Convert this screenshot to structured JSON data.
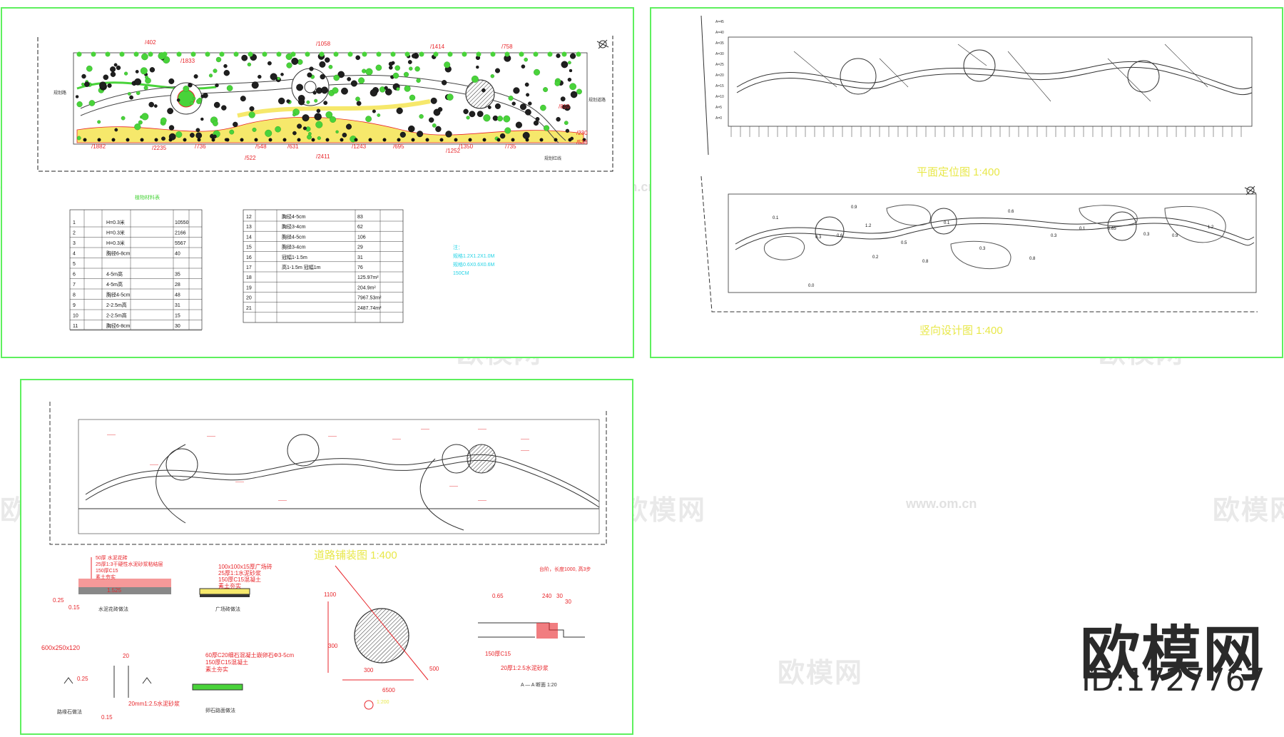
{
  "watermarks": {
    "brand_cn": "欧模网",
    "url": "www.om.cn",
    "url_cut": "om.cn"
  },
  "brand": {
    "name": "欧模网",
    "id": "ID:1727767"
  },
  "sheets": {
    "planting": {
      "title": "",
      "table_title": "植物材料表",
      "labels": [
        "402",
        "1833",
        "1058",
        "1414",
        "758",
        "810",
        "230",
        "538",
        "1882",
        "2235",
        "736",
        "548",
        "631",
        "522",
        "2411",
        "1243",
        "695",
        "1252",
        "1350",
        "735"
      ],
      "table_rows_left": [
        "1",
        "2",
        "3",
        "4",
        "5",
        "6",
        "7",
        "8",
        "9",
        "10",
        "11"
      ],
      "table_qty_left": [
        "10550",
        "2166",
        "5567",
        "40",
        "",
        "35",
        "28",
        "48",
        "31",
        "15",
        "30"
      ],
      "table_spec_left": [
        "",
        "H=0.3米",
        "H=0.3米",
        "H=0.3米",
        "胸径6-8cm",
        "",
        "4-5m高",
        "4-5m高",
        "胸径4-5cm",
        "2-2.5m高",
        "2-2.5m高",
        "胸径6-8cm"
      ],
      "table_rows_right": [
        "12",
        "13",
        "14",
        "15",
        "16",
        "17",
        "18",
        "19",
        "20",
        "21"
      ],
      "table_spec_right": [
        "胸径4-5cm",
        "胸径3-4cm",
        "胸径4-5cm",
        "胸径3-4cm",
        "冠幅1-1.5m",
        "高1-1.5m 冠幅1m",
        "",
        "",
        "",
        ""
      ],
      "table_qty_right": [
        "83",
        "62",
        "106",
        "29",
        "31",
        "76",
        "125.97m²",
        "204.9m²",
        "7967.53m²",
        "2487.74m²"
      ]
    },
    "layout": {
      "title_top": "平面定位图  1:400",
      "title_bottom": "竖向设计图  1:400",
      "y_axis": [
        "A=45",
        "A=40",
        "A=35",
        "A=30",
        "A=25",
        "A=20",
        "A=15",
        "A=10",
        "A=5",
        "A=0"
      ],
      "elevations": [
        "0.1",
        "0.3",
        "0.6",
        "0.9",
        "1.2",
        "0.2",
        "0.5",
        "0.8",
        "0.1",
        "0.3",
        "0.6",
        "0.8",
        "0.3",
        "0.1",
        "0.65",
        "0.3",
        "0.9",
        "1.2",
        "0.0"
      ]
    },
    "paving": {
      "title": "道路铺装图  1:400",
      "detail_titles": [
        "水泥花砖做法",
        "广场砖做法",
        "路缘石做法",
        "卵石路面做法",
        "A — A 断面  1:20"
      ],
      "detail_top_lines": [
        "50厚 水泥花砖",
        "25厚1:3干硬性水泥砂浆粘结层",
        "150厚C15",
        "素土夯实"
      ],
      "detail_plaza_lines": [
        "100x100x15厚广场砖",
        "25厚1:1水泥砂浆",
        "150厚C15混凝土",
        "素土夯实"
      ],
      "detail_stone": "600x250x120",
      "detail_pebble_lines": [
        "60厚C20细石混凝土嵌卵石Φ3-5cm",
        "150厚C15混凝土",
        "素土夯实"
      ],
      "dims": [
        "1100",
        "300",
        "6500",
        "500",
        "300",
        "1.525",
        "0.25",
        "0.15",
        "20",
        "0.25",
        "0.15"
      ],
      "section_label": "台阶，长度1000, 高3步",
      "section_dims": [
        "0.65",
        "240",
        "30",
        "30",
        "150厚C15",
        "20厚1:2.5水泥砂浆"
      ],
      "circle_label": "1:200",
      "mortar": "20mm1:2.5水泥砂浆"
    }
  },
  "colors": {
    "sheet_border": "#5ef05e",
    "red_text": "#e8262b",
    "yellow_title": "#e8e84a",
    "green_plant": "#49d33a",
    "cyan": "#22d3e6"
  }
}
